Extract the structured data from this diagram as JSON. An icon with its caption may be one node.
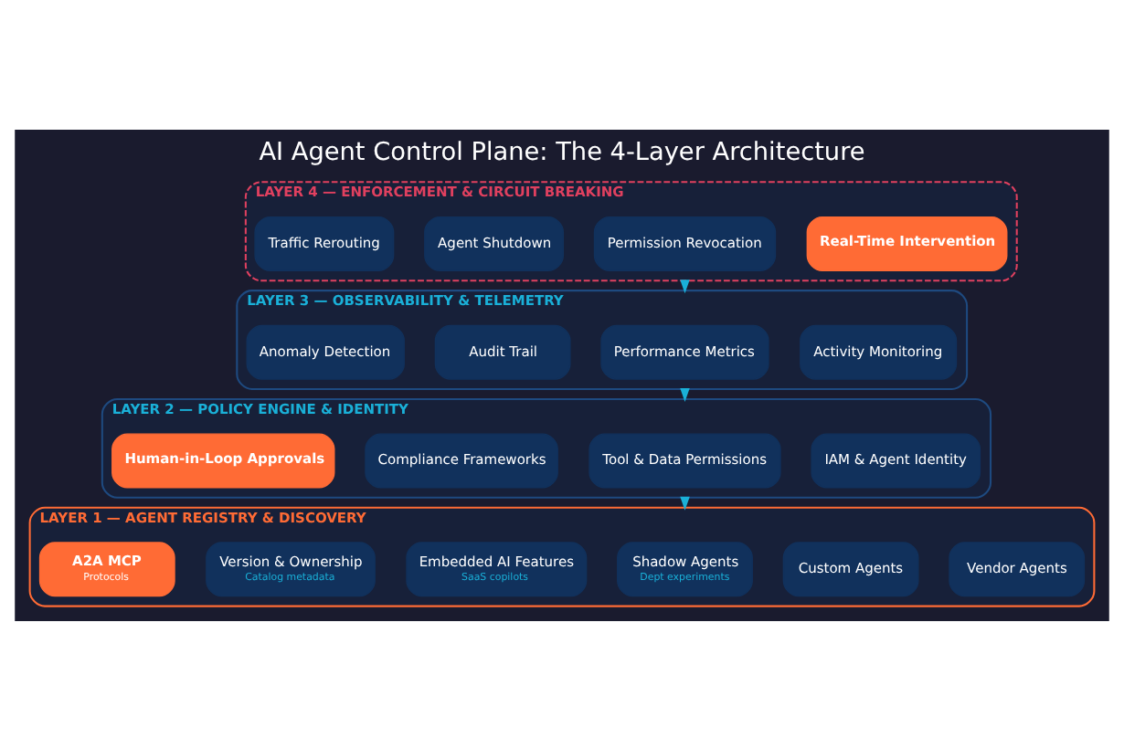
{
  "diagram": {
    "title": "AI Agent Control Plane: The 4-Layer Architecture",
    "nodes": [
      {
        "text": [
          "LAYER 4 — ENFORCEMENT & CIRCUIT BREAKING"
        ]
      },
      {
        "text": [
          "Real-Time Intervention"
        ],
        "in": 0
      },
      {
        "text": [
          "Permission Revocation"
        ],
        "in": 0
      },
      {
        "text": [
          "Agent Shutdown"
        ],
        "in": 0
      },
      {
        "text": [
          "Traffic Rerouting"
        ],
        "in": 0
      },
      {
        "text": [
          "LAYER 3 — OBSERVABILITY & TELEMETRY"
        ]
      },
      {
        "text": [
          "Activity Monitoring"
        ],
        "in": 5
      },
      {
        "text": [
          "Performance Metrics"
        ],
        "in": 5
      },
      {
        "text": [
          "Audit Trail"
        ],
        "in": 5
      },
      {
        "text": [
          "Anomaly Detection"
        ],
        "in": 5
      },
      {
        "text": [
          "LAYER 2 — POLICY ENGINE & IDENTITY"
        ]
      },
      {
        "text": [
          "IAM & Agent Identity"
        ],
        "in": 10
      },
      {
        "text": [
          "Tool & Data Permissions"
        ],
        "in": 10
      },
      {
        "text": [
          "Compliance Frameworks"
        ],
        "in": 10
      },
      {
        "text": [
          "Human-in-Loop Approvals"
        ],
        "in": 10
      },
      {
        "text": [
          "LAYER 1 — AGENT REGISTRY & DISCOVERY"
        ]
      },
      {
        "text": [
          "Vendor Agents"
        ],
        "in": 15
      },
      {
        "text": [
          "Custom Agents"
        ],
        "in": 15
      },
      {
        "text": [
          "Shadow Agents",
          "Dept experiments"
        ],
        "in": 15
      },
      {
        "text": [
          "Embedded AI Features",
          "SaaS copilots"
        ],
        "in": 15
      },
      {
        "text": [
          "Version & Ownership",
          "Catalog metadata"
        ],
        "in": 15
      },
      {
        "text": [
          "A2A MCP",
          "Protocols"
        ],
        "in": 15
      }
    ],
    "edges": [
      {
        "from": 0,
        "to": 5,
        "arrow": "to"
      },
      {
        "from": 5,
        "to": 10,
        "arrow": "to"
      },
      {
        "from": 10,
        "to": 15,
        "arrow": "to"
      }
    ]
  }
}
